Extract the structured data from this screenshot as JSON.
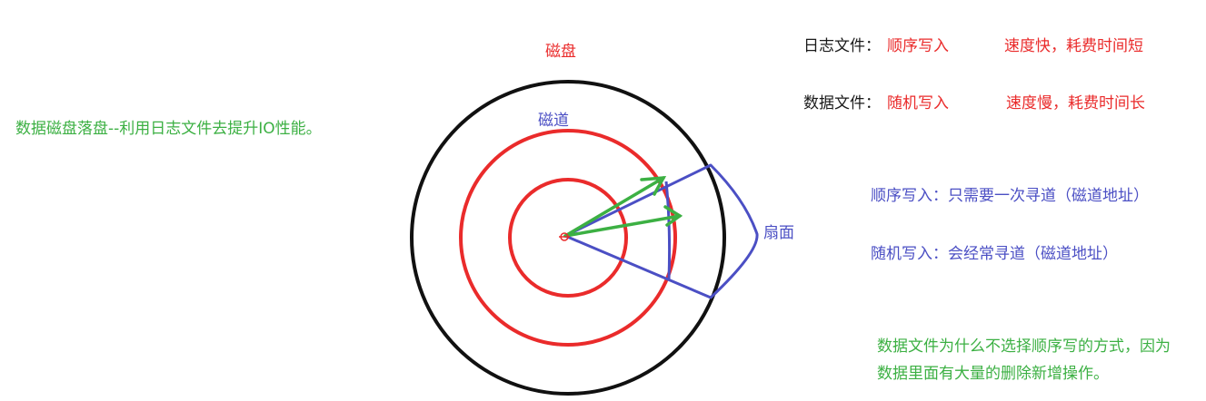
{
  "colors": {
    "green": "#3cb043",
    "red": "#ea2b2b",
    "blue": "#4b4fc4",
    "black": "#111111"
  },
  "title": "数据磁盘落盘--利用日志文件去提升IO性能。",
  "diagram": {
    "disk_label": "磁盘",
    "track_label": "磁道",
    "sector_label": "扇面"
  },
  "log_file": {
    "label": "日志文件：",
    "mode": "顺序写入",
    "note": "速度快，耗费时间短"
  },
  "data_file": {
    "label": "数据文件：",
    "mode": "随机写入",
    "note": "速度慢，耗费时间长"
  },
  "sequential_write": "顺序写入：只需要一次寻道（磁道地址）",
  "random_write": "随机写入：会经常寻道（磁道地址）",
  "question": {
    "line1": "数据文件为什么不选择顺序写的方式，因为",
    "line2": "数据里面有大量的删除新增操作。"
  }
}
